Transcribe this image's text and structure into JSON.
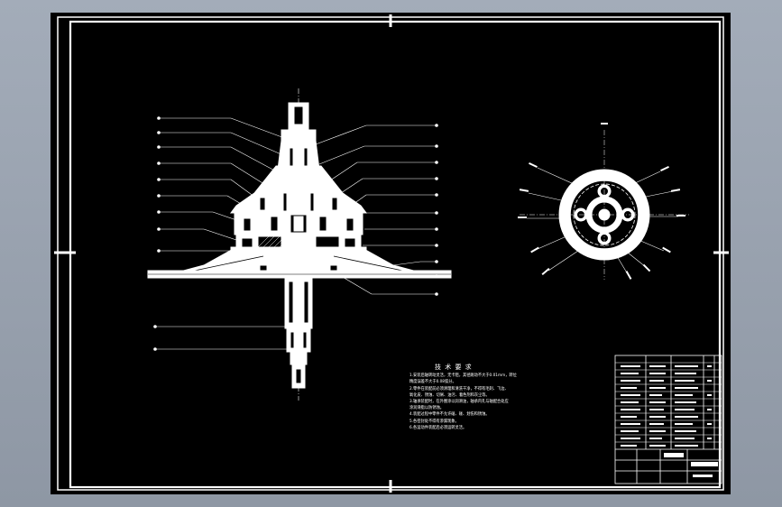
{
  "tech_notes": {
    "heading": "技 术 要 求",
    "items": [
      "1.安装后轴转动灵活，无卡阻，其径跳动不大于0.01mm，转位",
      "  精度误差不大于0.08弧分。",
      "2.零件在装配前必须清理和清洗干净，不得有毛刺、飞边、",
      "  氧化皮、锈蚀、切屑、油污、着色剂和灰尘等。",
      "3.轴承装配时，在外圈涂以润滑油，轴承内孔与轴配合处应",
      "  涂润滑脂以防锈蚀。",
      "4.装配过程中零件不允许磕、碰、划伤和锈蚀。",
      "5.各密封处不得有渗漏现象。",
      "6.各运动件装配后必须运转灵活。"
    ]
  },
  "colors": {
    "background": "#000000",
    "lines": "#ffffff",
    "desktop": "#98a1ae"
  }
}
